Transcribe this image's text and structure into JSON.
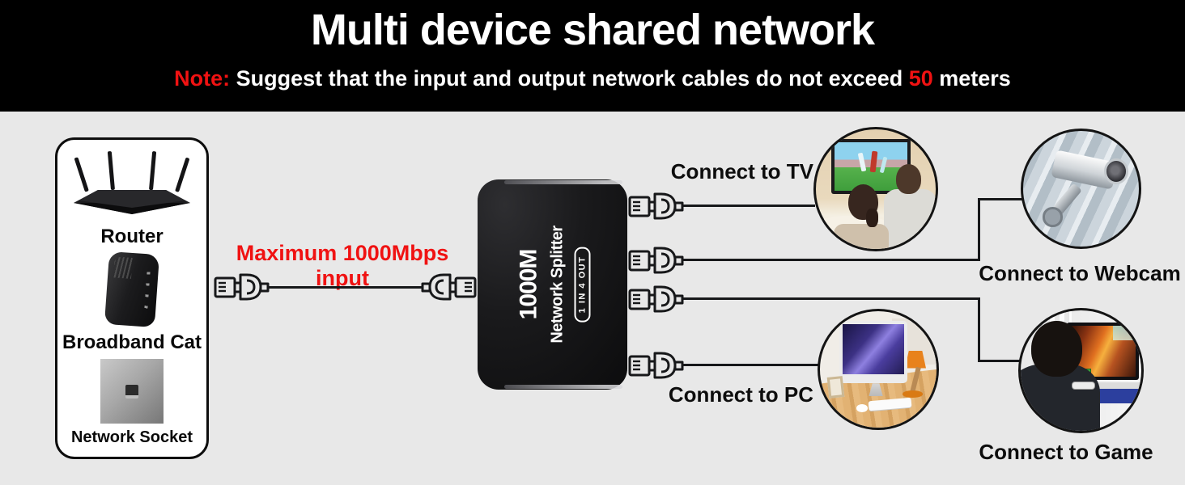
{
  "header": {
    "title": "Multi device shared network",
    "note_label": "Note:",
    "note_body": " Suggest that the input and output network cables do not exceed ",
    "note_value": "50",
    "note_suffix": " meters"
  },
  "source_panel": {
    "items": [
      {
        "icon": "router-image",
        "label": "Router"
      },
      {
        "icon": "modem-image",
        "label": "Broadband Cat"
      },
      {
        "icon": "wall-socket-image",
        "label": "Network Socket"
      }
    ]
  },
  "input_cable": {
    "label": "Maximum 1000Mbps input"
  },
  "splitter": {
    "model": "1000M",
    "name": "Network Splitter",
    "badge": "1 IN 4 OUT"
  },
  "outputs": [
    {
      "icon": "tv-photo",
      "label": "Connect to TV"
    },
    {
      "icon": "webcam-photo",
      "label": "Connect to Webcam"
    },
    {
      "icon": "pc-photo",
      "label": "Connect to PC"
    },
    {
      "icon": "game-photo",
      "label": "Connect to Game"
    }
  ],
  "colors": {
    "accent_red": "#f01212",
    "header_bg": "#000000",
    "page_bg": "#e8e8e8",
    "cable": "#17181a"
  }
}
